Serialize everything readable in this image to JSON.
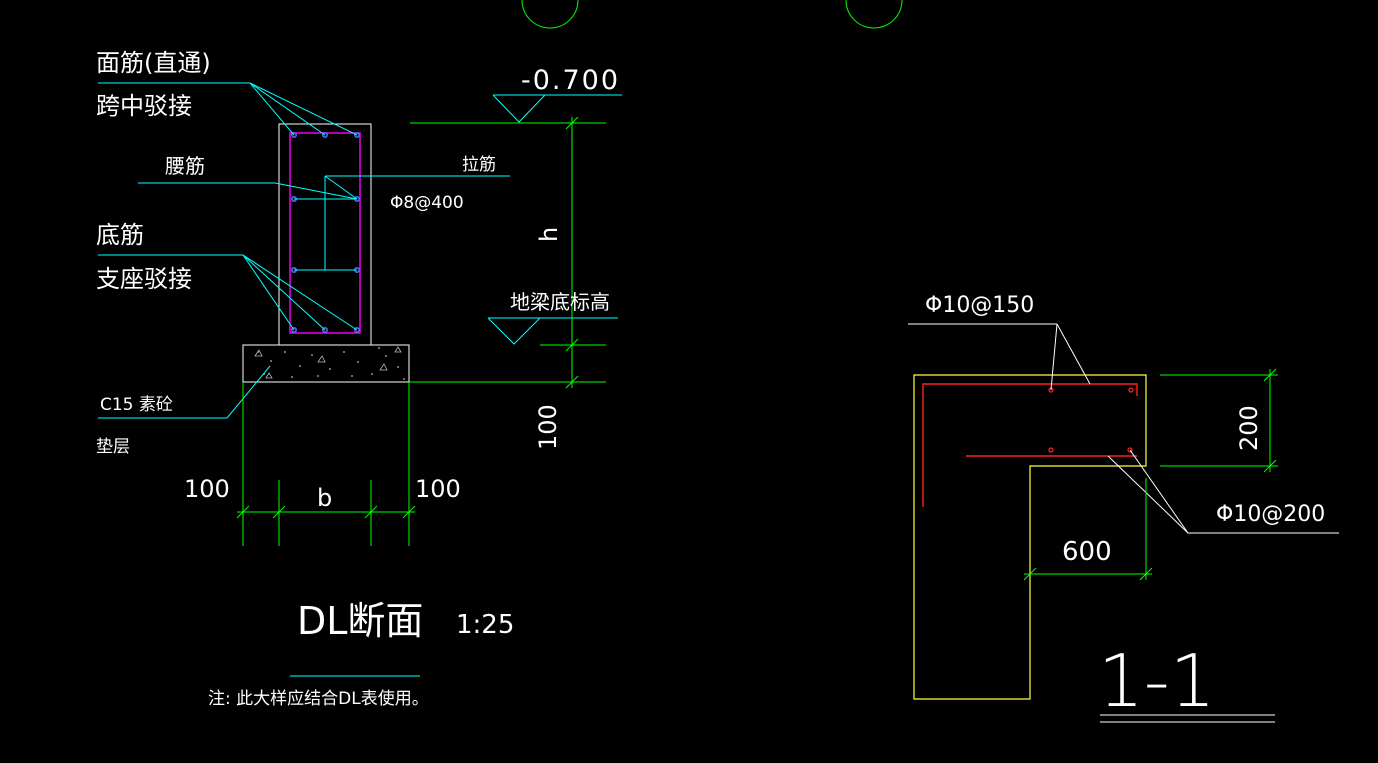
{
  "section_dl": {
    "labels": {
      "top_bar": "面筋(直通)",
      "top_bar_splice": "跨中驳接",
      "waist_bar": "腰筋",
      "tie_bar": "拉筋",
      "tie_spec": "Φ8@400",
      "bottom_bar": "底筋",
      "bottom_bar_splice": "支座驳接",
      "cushion_grade": "C15 素砼",
      "cushion": "垫层"
    },
    "elevation": {
      "top": "-0.700",
      "bottom": "地梁底标高"
    },
    "dimensions": {
      "height": "h",
      "cushion_thickness": "100",
      "left_offset": "100",
      "width": "b",
      "right_offset": "100"
    },
    "title": "DL断面",
    "scale": "1:25",
    "note": "注: 此大样应结合DL表使用。"
  },
  "section_1_1": {
    "top_rebar": "Φ10@150",
    "bottom_rebar": "Φ10@200",
    "thickness": "200",
    "length": "600",
    "title": "1-1"
  },
  "colors": {
    "background": "#000000",
    "text": "#ffffff",
    "leader": "#00ffff",
    "dimension": "#00ff00",
    "concrete": "#ffffff",
    "stirrup": "#ff00ff",
    "rebar_dot": "#4f6bff",
    "rebar_red": "#ff2020",
    "outline_yellow": "#ffff40"
  }
}
